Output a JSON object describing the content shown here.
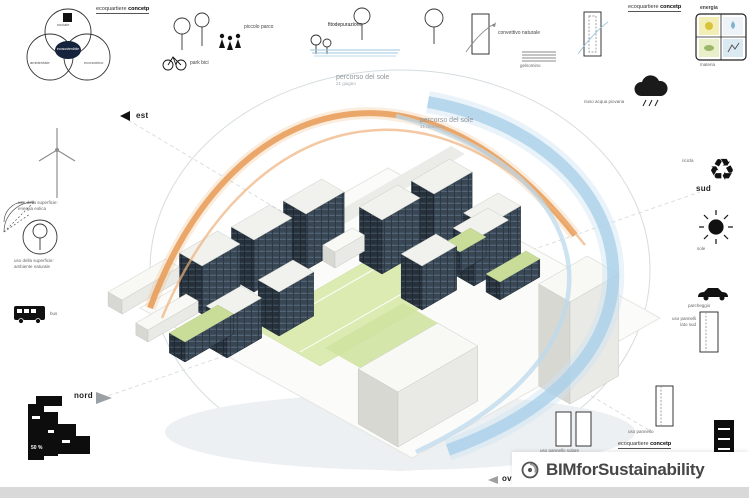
{
  "venn": {
    "top_label": "sociale",
    "left_label": "ambientale",
    "right_label": "economico",
    "center_label": "ecosostenibile"
  },
  "concept_label": {
    "prefix": "ecoquartiere ",
    "bold": "concetp"
  },
  "compass": {
    "est": "est",
    "sud": "sud",
    "nord": "nord",
    "ovest": "ovest"
  },
  "sun_paths": {
    "summer_title": "percorso del sole",
    "summer_date": "21 giugno",
    "winter_title": "percorso del sole",
    "winter_date": "21 dicembre"
  },
  "top_area": {
    "park_label": "piccolo parco",
    "bike_label": "park bici",
    "phyto_label": "fitodepurazione",
    "ventilation_label": "convettivo naturale",
    "green_facade_label": "gelsomino",
    "energy_label": "energia",
    "material_label": "materia"
  },
  "left_area": {
    "wind_line1": "uso della superficie:",
    "wind_line2": "energia eolica",
    "nature_line1": "uso della superficie:",
    "nature_line2": "ambiente naturale",
    "bus_label": "bus"
  },
  "right_area": {
    "rain_label": "riuso acqua piovana",
    "recycle_label": "ricicla",
    "sun_label": "sole",
    "parking_label": "parcheggio",
    "panel_sud_line1": "uso pannelli",
    "panel_sud_line2": "lato sud",
    "panel_label": "uso pannello",
    "panel_solar_label": "uso pannello solare"
  },
  "plan": {
    "percent_label": "50 %"
  },
  "footer": {
    "brand": "BIMforSustainability"
  },
  "icons": {
    "recycle_glyph": "♻"
  }
}
